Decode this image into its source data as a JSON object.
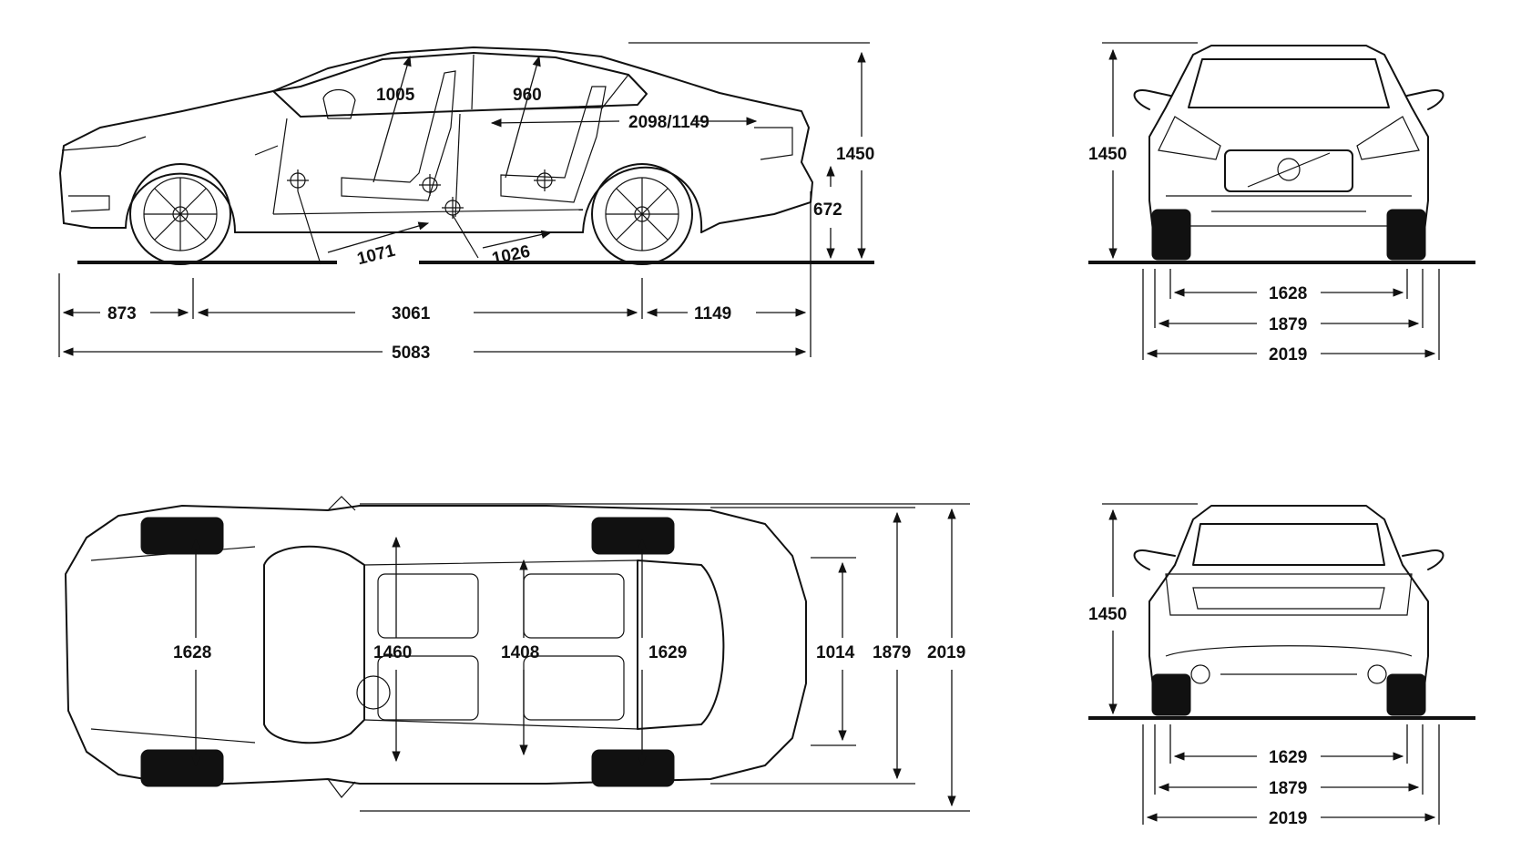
{
  "side_view": {
    "head_front": "1005",
    "head_rear": "960",
    "boot": "2098/1149",
    "height": "1450",
    "ground": "672",
    "leg_front": "1071",
    "leg_rear": "1026",
    "overhang_front": "873",
    "wheelbase": "3061",
    "overhang_rear": "1149",
    "length": "5083"
  },
  "front_view": {
    "height": "1450",
    "track": "1628",
    "width": "1879",
    "width_mirrors": "2019"
  },
  "top_view": {
    "track_front": "1628",
    "shoulder_front": "1460",
    "shoulder_rear": "1408",
    "track_rear": "1629",
    "boot_width": "1014",
    "width": "1879",
    "width_mirrors": "2019"
  },
  "rear_view": {
    "height": "1450",
    "track": "1629",
    "width": "1879",
    "width_mirrors": "2019"
  }
}
